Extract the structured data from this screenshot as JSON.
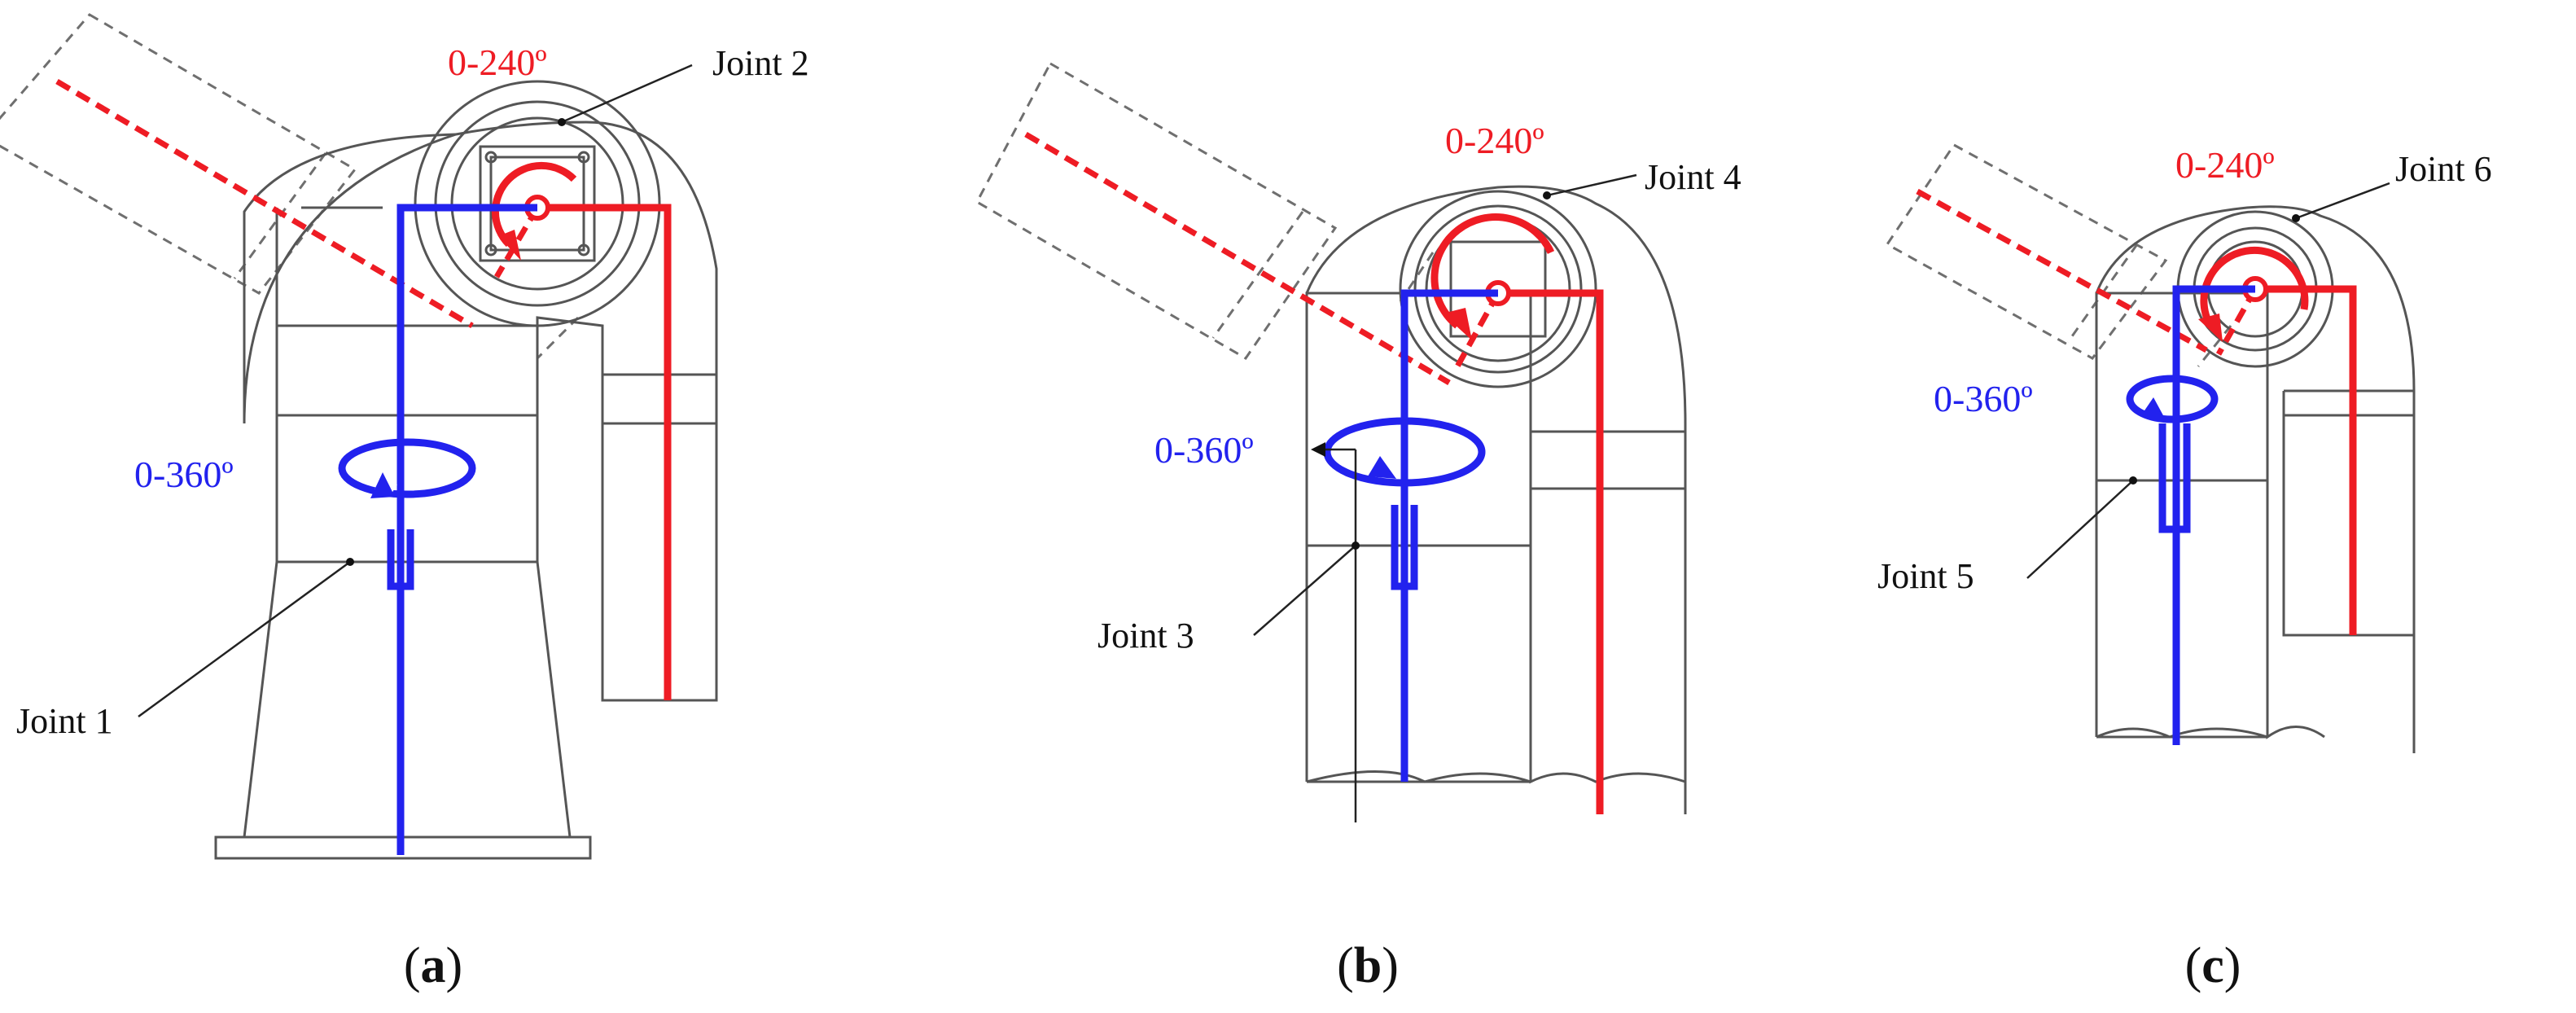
{
  "panels": [
    {
      "id": "a",
      "caption_open": "(",
      "caption_letter": "a",
      "caption_close": ")",
      "rotation_range_label": "0-240º",
      "twist_range_label": "0-360º",
      "upper_joint_label": "Joint 2",
      "lower_joint_label": "Joint 1"
    },
    {
      "id": "b",
      "caption_open": "(",
      "caption_letter": "b",
      "caption_close": ")",
      "rotation_range_label": "0-240º",
      "twist_range_label": "0-360º",
      "upper_joint_label": "Joint 4",
      "lower_joint_label": "Joint 3"
    },
    {
      "id": "c",
      "caption_open": "(",
      "caption_letter": "c",
      "caption_close": ")",
      "rotation_range_label": "0-240º",
      "twist_range_label": "0-360º",
      "upper_joint_label": "Joint 6",
      "lower_joint_label": "Joint 5"
    }
  ],
  "colors": {
    "rotation_axis": "#ee1c24",
    "twist_axis": "#2222ee",
    "outline": "#555555"
  }
}
